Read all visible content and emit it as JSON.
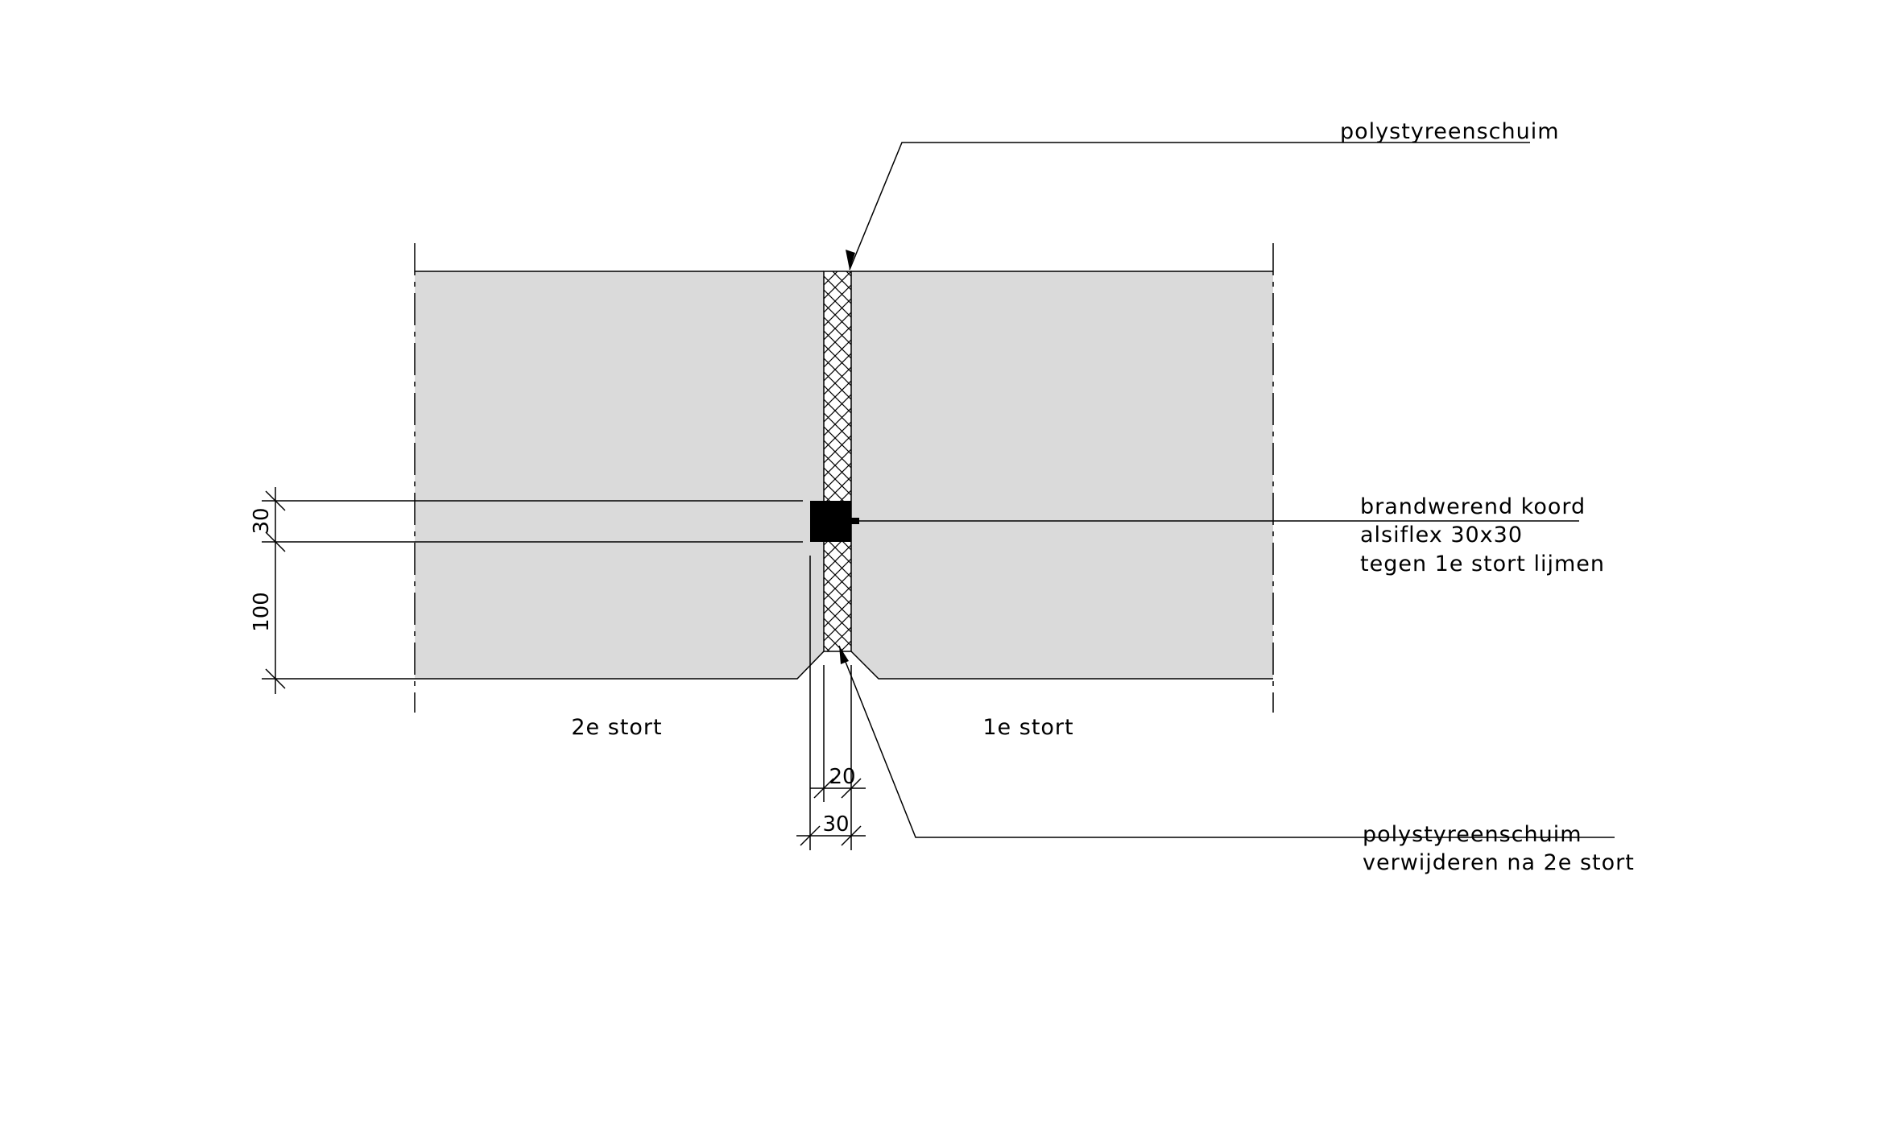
{
  "colors": {
    "concrete": "#dadada",
    "line": "#000000",
    "background": "#ffffff"
  },
  "labels": {
    "top_foam": "polystyreenschuim",
    "cord_line1": "brandwerend koord",
    "cord_line2": "alsiflex 30x30",
    "cord_line3": "tegen 1e stort lijmen",
    "bottom_foam_line1": "polystyreenschuim",
    "bottom_foam_line2": "verwijderen na 2e stort",
    "pour_left": "2e stort",
    "pour_right": "1e stort"
  },
  "dimensions": {
    "cord_height": "30",
    "cord_offset": "100",
    "joint_inner": "20",
    "joint_outer": "30"
  }
}
